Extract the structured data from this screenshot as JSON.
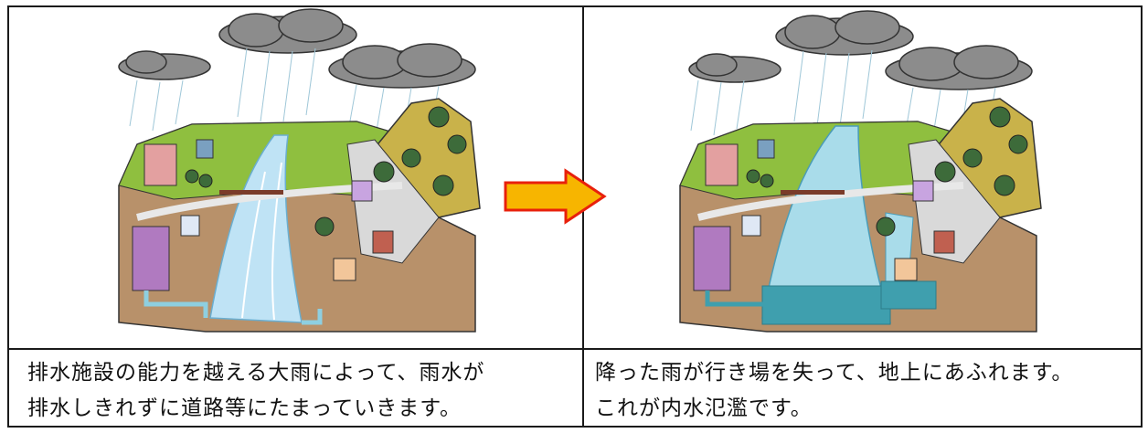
{
  "panels": [
    {
      "id": "before",
      "caption_lines": [
        "排水施設の能力を越える大雨によって、雨水が",
        "排水しきれずに道路等にたまっていきます。"
      ]
    },
    {
      "id": "after",
      "caption_lines": [
        "降った雨が行き場を失って、地上にあふれます。",
        "これが内水氾濫です。"
      ]
    }
  ],
  "colors": {
    "arrow_fill": "#f7b500",
    "arrow_stroke": "#e8200c",
    "river_normal": "#bfe3f5",
    "river_flooded": "#5fb8c9",
    "ground": "#b8916a",
    "grass": "#8fbf3f",
    "cloud": "#8c8c8c"
  }
}
